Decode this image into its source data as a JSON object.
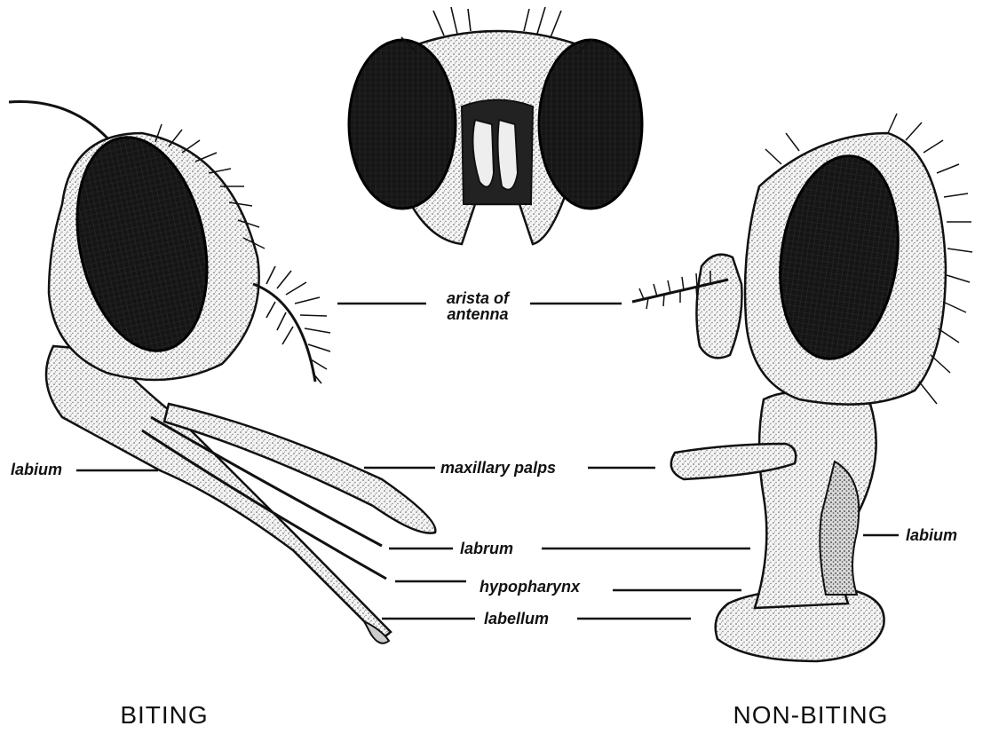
{
  "labels": {
    "arista_line1": "arista of",
    "arista_line2": "antenna",
    "maxillary_palps": "maxillary palps",
    "labium_left": "labium",
    "labium_right": "labium",
    "labrum": "labrum",
    "hypopharynx": "hypopharynx",
    "labellum": "labellum"
  },
  "captions": {
    "biting": "BITING",
    "non_biting": "NON-BITING"
  },
  "colors": {
    "ink": "#111111",
    "eye": "#1a1a1a",
    "stipple": "#8a8a8a",
    "paper": "#ffffff"
  }
}
